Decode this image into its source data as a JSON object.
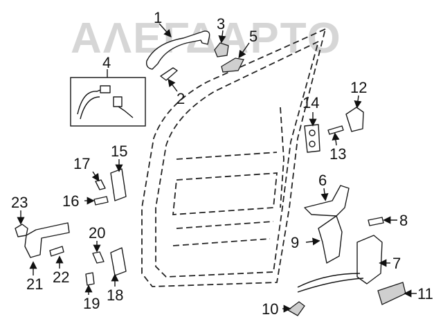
{
  "watermark": "ΑΛΕΓΔΑΡΤΟ",
  "callouts": [
    "1",
    "2",
    "3",
    "4",
    "5",
    "6",
    "7",
    "8",
    "9",
    "10",
    "11",
    "12",
    "13",
    "14",
    "15",
    "16",
    "17",
    "18",
    "19",
    "20",
    "21",
    "22",
    "23"
  ],
  "colors": {
    "line": "#1a1a1a",
    "watermark": "#c9c9c9",
    "part_fill_gray": "#cfcfcf",
    "background": "#ffffff"
  }
}
